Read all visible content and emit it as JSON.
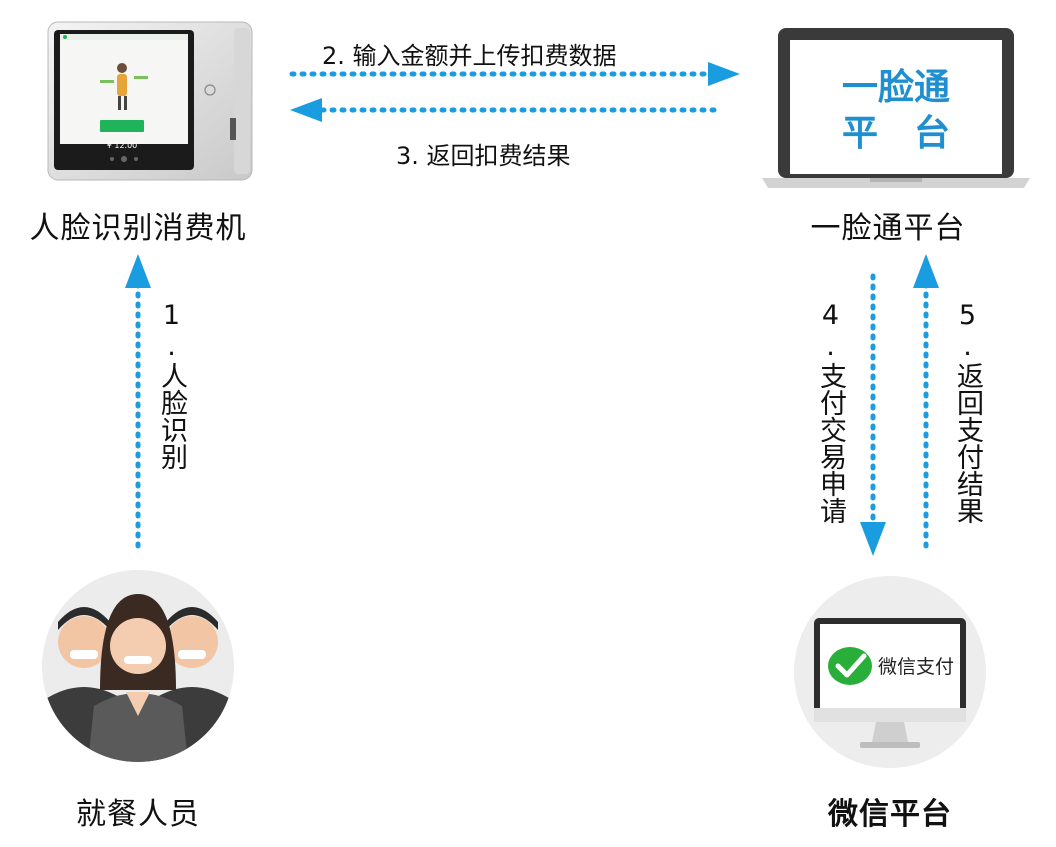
{
  "nodes": {
    "machine": {
      "label": "人脸识别消费机",
      "screen_amount": "¥ 12.00"
    },
    "platform": {
      "label": "一脸通平台",
      "screen_line1": "一脸通",
      "screen_line2": "平　台"
    },
    "diners": {
      "label": "就餐人员"
    },
    "wechat": {
      "label": "微信平台",
      "screen_text": "微信支付"
    }
  },
  "flows": {
    "step1": "1.人脸识别",
    "step2": "2. 输入金额并上传扣费数据",
    "step3": "3. 返回扣费结果",
    "step4": "4.支付交易申请",
    "step5": "5.返回支付结果"
  },
  "colors": {
    "arrow": "#1a9de0",
    "platform_text": "#1f8fd0",
    "wechat_green": "#2aae3a",
    "machine_green": "#1fb35a"
  }
}
